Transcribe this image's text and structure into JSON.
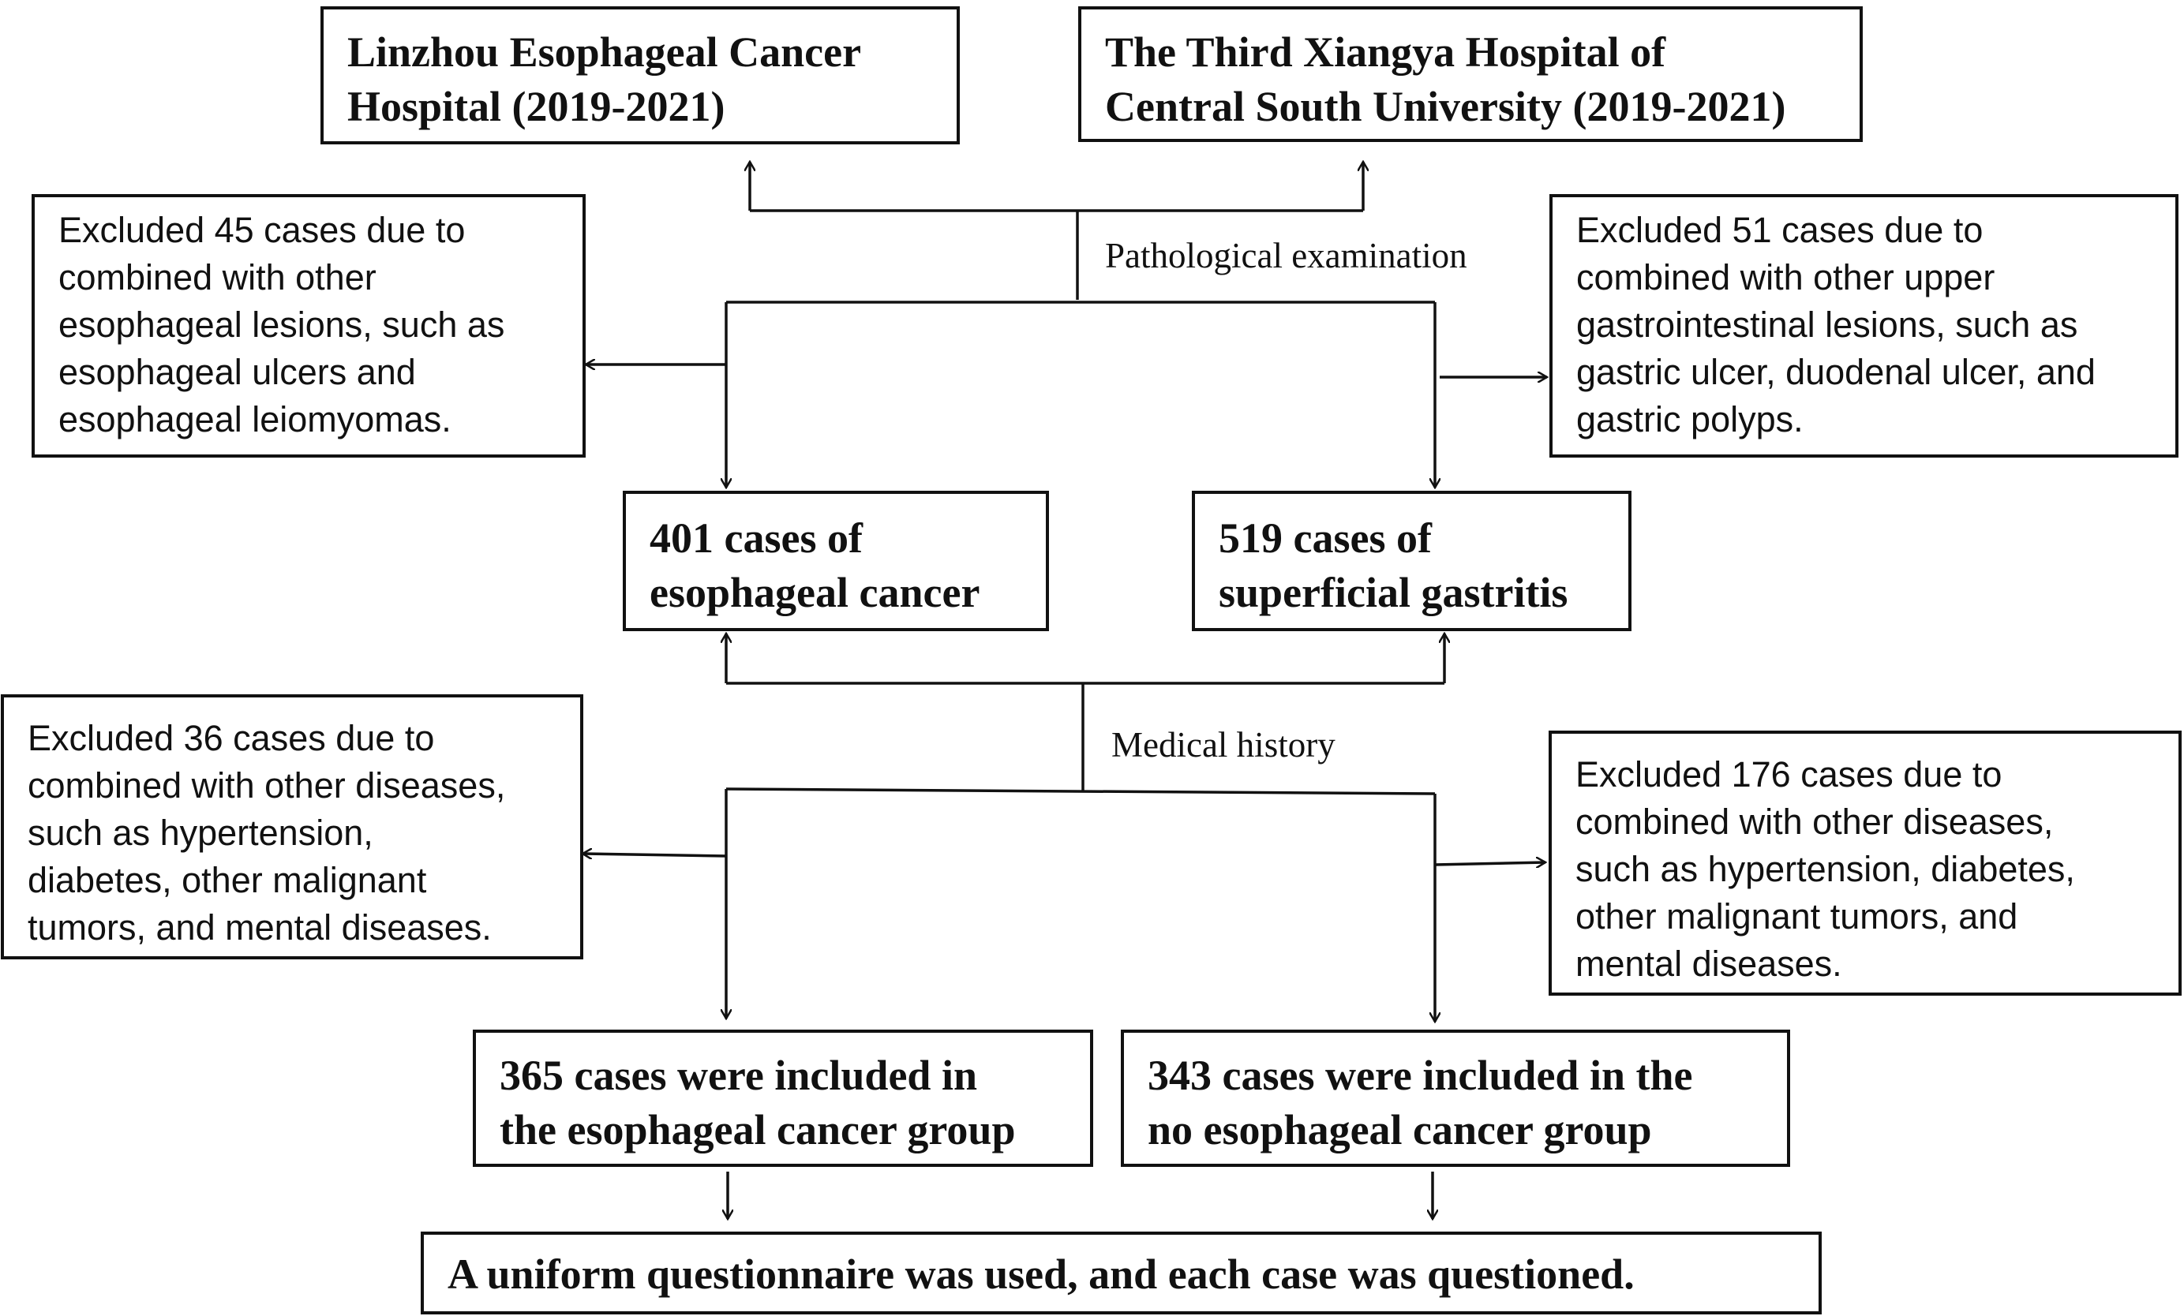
{
  "sources": {
    "linzhou": "Linzhou Esophageal Cancer\nHospital (2019-2021)",
    "xiangya": "The Third Xiangya Hospital of\nCentral South University (2019-2021)"
  },
  "step_labels": {
    "pathological": "Pathological examination",
    "medical_history": "Medical history"
  },
  "exclusions": {
    "ec_pathology": "Excluded 45 cases due to\ncombined with other\nesophageal lesions, such as\nesophageal ulcers and\nesophageal leiomyomas.",
    "sg_pathology": "Excluded 51 cases due to\ncombined with other upper\ngastrointestinal lesions, such as\ngastric ulcer, duodenal ulcer, and\ngastric polyps.",
    "ec_history": "Excluded 36 cases due to\ncombined with other diseases,\nsuch as hypertension,\ndiabetes, other malignant\ntumors, and mental diseases.",
    "sg_history": "Excluded 176 cases due to\ncombined with other diseases,\nsuch as hypertension, diabetes,\nother malignant tumors, and\nmental diseases."
  },
  "cohorts": {
    "esophageal_cancer": "401 cases of\nesophageal cancer",
    "superficial_gastritis": "519 cases of\nsuperficial gastritis"
  },
  "groups": {
    "cancer_group": "365 cases were included in\nthe esophageal cancer group",
    "no_cancer_group": "343 cases were included in the\nno esophageal cancer group"
  },
  "final_step": "A uniform questionnaire was used, and each case was questioned."
}
